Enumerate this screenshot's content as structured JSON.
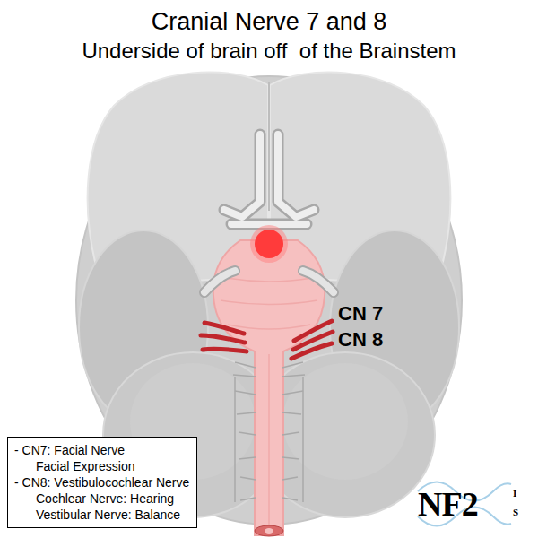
{
  "diagram": {
    "title": "Cranial Nerve 7 and 8",
    "nodes": [
      {
        "text": [
          "- CN7: Facial Nerve",
          "Facial Expression",
          "- CN8: Vestibulocochlear Nerve",
          "Cochlear Nerve: Hearing",
          "Vestibular Nerve: Balance"
        ]
      }
    ],
    "labels": [
      "Underside of brain off  of the Brainstem",
      "CN 7",
      "CN 8",
      "NF2",
      "I",
      "S"
    ]
  }
}
